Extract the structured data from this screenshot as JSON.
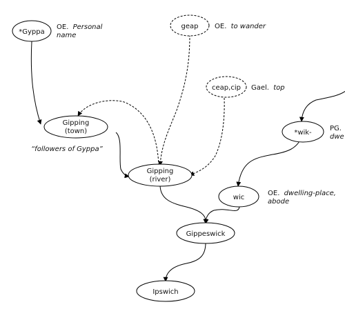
{
  "nodes": {
    "gyppa": {
      "label": "*Gyppa",
      "style": "solid"
    },
    "geap": {
      "label": "geap",
      "style": "dashed"
    },
    "ceap": {
      "label": "ceap,cip",
      "style": "dashed"
    },
    "gipping_town": {
      "line1": "Gipping",
      "line2": "(town)",
      "style": "solid"
    },
    "gipping_river": {
      "line1": "Gipping",
      "line2": "(river)",
      "style": "solid"
    },
    "wik": {
      "label": "*wik-",
      "style": "solid"
    },
    "wic": {
      "label": "wic",
      "style": "solid"
    },
    "gippeswick": {
      "label": "Gippeswick",
      "style": "solid"
    },
    "ipswich": {
      "label": "Ipswich",
      "style": "solid"
    }
  },
  "glosses": {
    "gyppa": {
      "lang": "OE.",
      "line1": "Personal",
      "line2": "name"
    },
    "geap": {
      "lang": "OE.",
      "text": "to wander"
    },
    "ceap": {
      "lang": "Gael.",
      "text": "top"
    },
    "wik": {
      "lang": "PG.",
      "line2": "dwe"
    },
    "wic": {
      "lang": "OE.",
      "line1": "dwelling-place,",
      "line2": "abode"
    },
    "followers": {
      "text": "“followers of Gyppa”"
    }
  },
  "edges": [
    {
      "from": "gyppa",
      "to": "gipping_town",
      "style": "solid"
    },
    {
      "from": "gipping_town",
      "to": "gipping_river",
      "style": "solid"
    },
    {
      "from": "geap",
      "to": "gipping_river",
      "style": "dashed"
    },
    {
      "from": "gipping_river",
      "to": "gipping_town",
      "style": "dashed"
    },
    {
      "from": "ceap",
      "to": "gipping_river",
      "style": "dashed"
    },
    {
      "from": "offscreen",
      "to": "wik",
      "style": "solid"
    },
    {
      "from": "wik",
      "to": "wic",
      "style": "solid"
    },
    {
      "from": "gipping_river",
      "to": "gippeswick",
      "style": "solid"
    },
    {
      "from": "wic",
      "to": "gippeswick",
      "style": "solid"
    },
    {
      "from": "gippeswick",
      "to": "ipswich",
      "style": "solid"
    }
  ]
}
